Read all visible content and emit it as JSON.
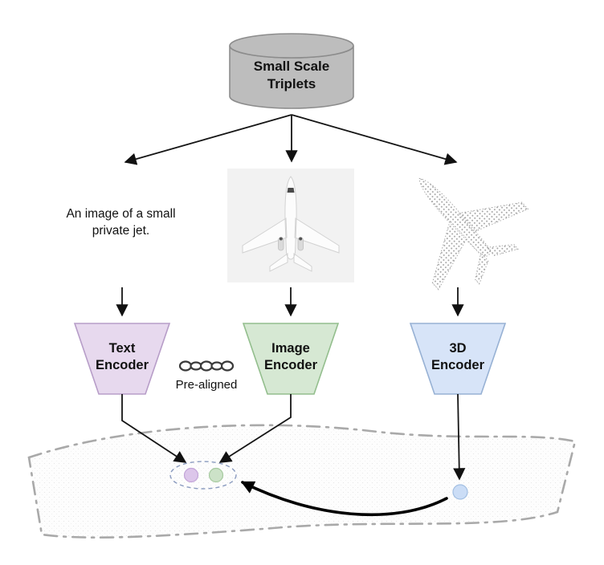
{
  "database": {
    "label": "Small Scale Triplets",
    "fill": "#BDBDBD",
    "stroke": "#8C8C8C"
  },
  "caption": {
    "text": "An image of a small private jet."
  },
  "encoders": [
    {
      "label": "Text Encoder",
      "fill": "#E7D9EE",
      "stroke": "#B79DC8"
    },
    {
      "label": "Image Encoder",
      "fill": "#D6E8D3",
      "stroke": "#93BE8D"
    },
    {
      "label": "3D Encoder",
      "fill": "#D7E4F8",
      "stroke": "#97B1D4"
    }
  ],
  "prealigned": {
    "label": "Pre-aligned"
  },
  "embedding_points": {
    "text": {
      "fill": "#DCC6EA",
      "stroke": "#C2A4D8"
    },
    "image": {
      "fill": "#CCE2C8",
      "stroke": "#A6CA9F"
    },
    "threed": {
      "fill": "#CBDDF6",
      "stroke": "#A2BFE2"
    }
  },
  "icons": {
    "database": "cylinder-database-icon",
    "chain": "chain-links-icon",
    "image_modality": "airplane-photo-top-view",
    "pointcloud_modality": "airplane-point-cloud"
  }
}
